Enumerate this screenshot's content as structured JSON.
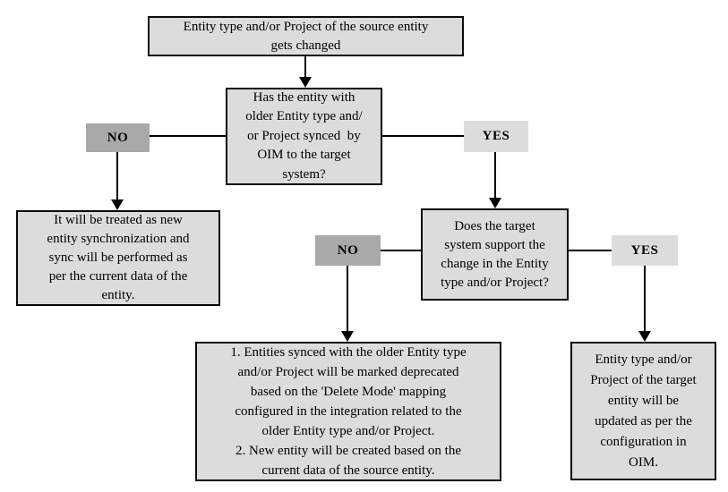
{
  "diagram": {
    "type": "flowchart",
    "colors": {
      "background": "#ffffff",
      "process_box_fill": "#dcdcdc",
      "process_box_border": "#0a0a0a",
      "no_label_fill": "#a9a9a9",
      "yes_label_fill": "#dcdcdc",
      "connector": "#000000",
      "text": "#000000"
    },
    "nodes": {
      "start": "Entity type and/or Project of the source entity\ngets changed",
      "decision_synced": "Has the entity with\nolder Entity type and/\nor Project synced  by\nOIM to the target\nsystem?",
      "branch_no_1": "NO",
      "branch_yes_1": "YES",
      "result_new_sync": "It will be treated as new\nentity synchronization and\nsync will be performed as\nper the current data of the\nentity.",
      "decision_support": "Does the target\nsystem support the\nchange in the Entity\ntype and/or Project?",
      "branch_no_2": "NO",
      "branch_yes_2": "YES",
      "result_deprecate": "1. Entities synced with the older Entity type\nand/or Project will be marked deprecated\nbased on the 'Delete Mode' mapping\nconfigured in the integration related to the\nolder Entity type and/or Project.\n2. New entity will be created based on the\ncurrent data of the source entity.",
      "result_update": "Entity type and/or\nProject of the target\nentity will be\nupdated as per the\nconfiguration in\nOIM."
    }
  }
}
